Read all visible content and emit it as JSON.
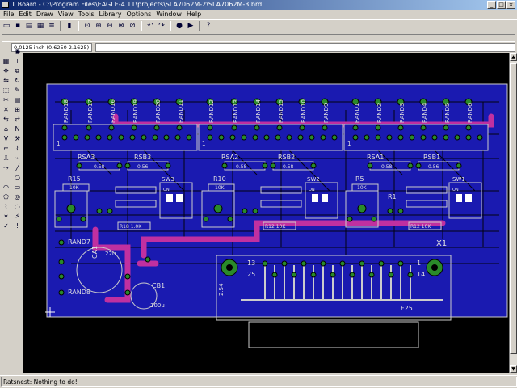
{
  "window": {
    "title": "1 Board - C:\\Program Files\\EAGLE-4.11\\projects\\SLA7062M-2\\SLA7062M-3.brd",
    "controls": [
      "_",
      "□",
      "×"
    ]
  },
  "menu": [
    "File",
    "Edit",
    "Draw",
    "View",
    "Tools",
    "Library",
    "Options",
    "Window",
    "Help"
  ],
  "toolbar": {
    "icons": [
      "folder-open-icon",
      "save-icon",
      "print-icon",
      "cam-icon",
      "script-icon",
      "run-icon",
      "zoom-fit-icon",
      "zoom-in-icon",
      "zoom-out-icon",
      "zoom-redraw-icon",
      "zoom-select-icon",
      "undo-icon",
      "redo-icon",
      "stop-icon",
      "go-icon",
      "help-icon"
    ]
  },
  "coord": {
    "value": "0.0125 inch (0.6250 2.1625)"
  },
  "status": {
    "text": "Ratsnest: Nothing to do!"
  },
  "pcb": {
    "labels": {
      "rands_top": [
        "RAND18",
        "RAND17",
        "RAND16",
        "RAND19",
        "RAND20",
        "RAND11",
        "RAND12",
        "RAND13",
        "RAND14",
        "RAND15",
        "RAND10",
        "RAND9",
        "RAND1",
        "RAND2",
        "RAND3",
        "RAND4",
        "RAND5",
        "RAND6"
      ],
      "rsa_a": "RSA3",
      "rsb_a": "RSB3",
      "rsa_b": "RSA2",
      "rsb_b": "RSB2",
      "rsa_c": "RSA1",
      "rsb_c": "RSB1",
      "val_058": "0.58",
      "val_056": "0.56",
      "r15": "R15",
      "r10": "R10",
      "r5": "R5",
      "r1": "R1",
      "sw3": "SW3",
      "sw2": "SW2",
      "sw1": "SW1",
      "k10": "10K",
      "k18": "R18 1.0K",
      "k18b": "R12 10K",
      "x1": "X1",
      "rand7": "RAND7",
      "rand8": "RAND8",
      "ca1": "CA1",
      "val22": "22u",
      "cb1": "CB1",
      "val100": "100u",
      "f25": "F25",
      "n13": "13",
      "n1": "1",
      "n25": "25",
      "n14": "14",
      "n254": "2.54",
      "one": "1",
      "on": "ON"
    }
  }
}
